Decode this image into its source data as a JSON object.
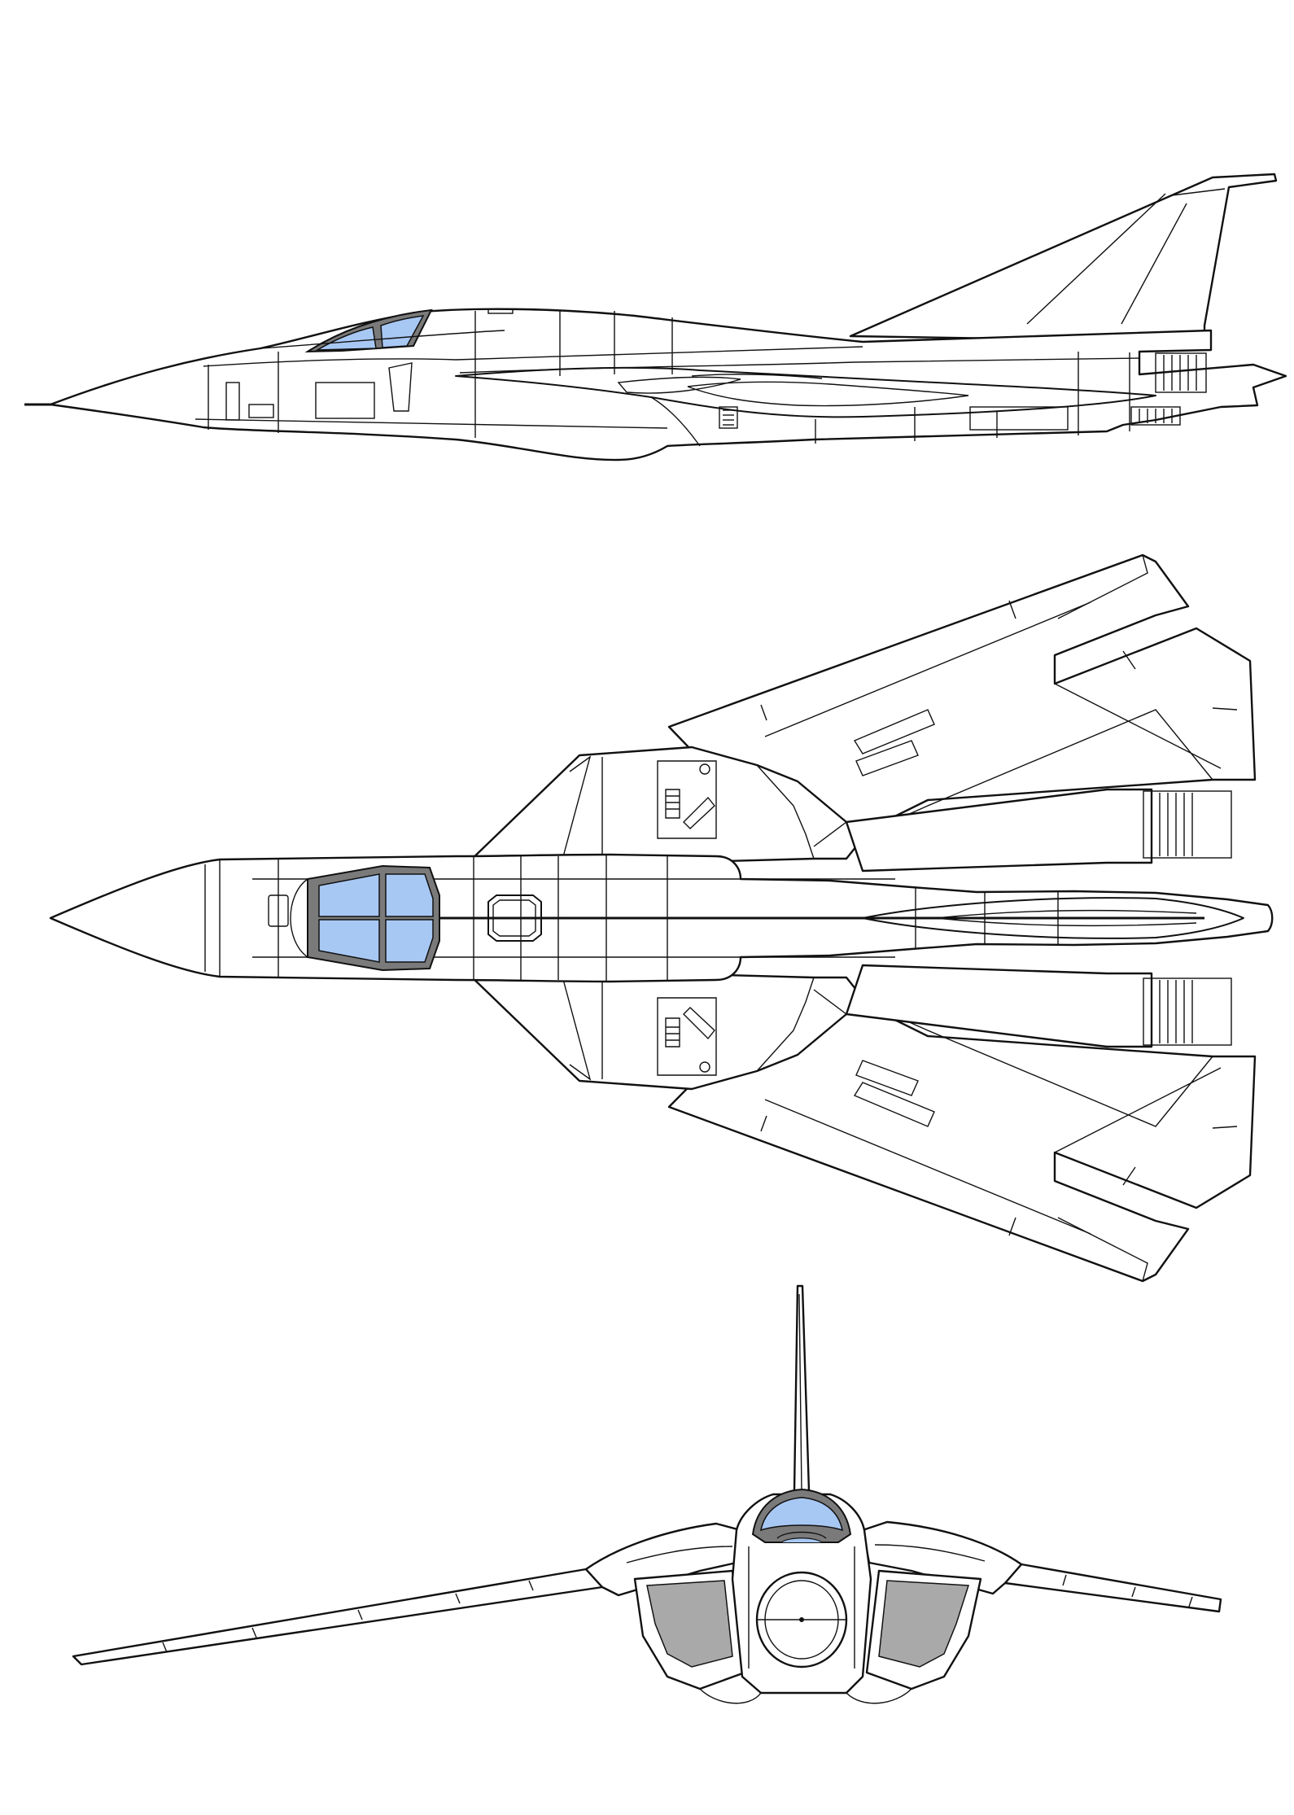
{
  "colors": {
    "line": "#111111",
    "canopy_glass": "#a8c8f4",
    "canopy_frame": "#7a7a7a",
    "intake_shade": "#a9a9a9",
    "background": "#ffffff"
  },
  "views": [
    "side-view",
    "top-view",
    "front-view"
  ]
}
